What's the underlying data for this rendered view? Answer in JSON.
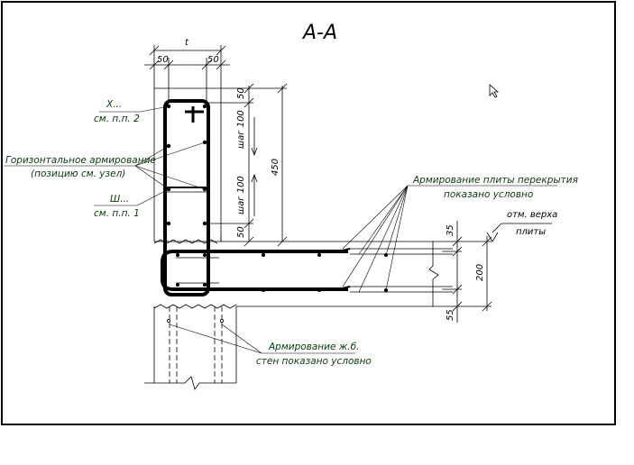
{
  "drawing": {
    "section_title": "А-А",
    "dims": {
      "t": "t",
      "left_50": "50",
      "right_50": "50",
      "top_50": "50",
      "step_100_a": "шаг 100",
      "step_100_b": "шаг 100",
      "bottom_50": "50",
      "h450": "450",
      "d35": "35",
      "d200": "200",
      "d55": "55"
    },
    "notes": {
      "x_title": "Х...",
      "x_ref": "см. п.п. 2",
      "horiz_title": "Горизонтальное армирование",
      "horiz_ref": "(позицию см. узел)",
      "sh_title": "Ш...",
      "sh_ref": "см. п.п. 1",
      "slab_title": "Армирование плиты перекрытия",
      "slab_ref": "показано условно",
      "mark_title": "отм. верха",
      "mark_ref": "плиты",
      "wall_title": "Армирование ж.б.",
      "wall_ref": "стен показано условно"
    }
  }
}
